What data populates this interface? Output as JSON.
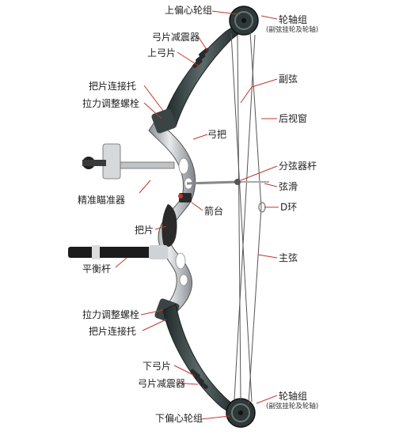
{
  "labels": {
    "upper_cam": "上偏心轮组",
    "upper_axle": "轮轴组",
    "upper_axle_note": "(副弦挂轮及轮轴)",
    "upper_limb_damper": "弓片减震器",
    "upper_limb": "上弓片",
    "upper_limb_pocket": "把片连接托",
    "upper_draw_bolt": "拉力调整螺栓",
    "secondary_string": "副弦",
    "rear_sight": "后视窗",
    "riser": "弓把",
    "cable_guard": "分弦器杆",
    "cable_slide": "弦滑",
    "sight": "精准瞄准器",
    "d_loop": "D环",
    "arrow_rest": "箭台",
    "grip": "把片",
    "main_string": "主弦",
    "stabilizer": "平衡杆",
    "lower_draw_bolt": "拉力调整螺栓",
    "lower_limb_pocket": "把片连接托",
    "lower_limb": "下弓片",
    "lower_limb_damper": "弓片减震器",
    "lower_axle": "轮轴组",
    "lower_axle_note": "(副弦挂轮及轮轴)",
    "lower_cam": "下偏心轮组"
  },
  "colors": {
    "limb": "#3d4a4a",
    "riser": "#c9c9c9",
    "string": "#555555",
    "leader": "#c0392b"
  }
}
